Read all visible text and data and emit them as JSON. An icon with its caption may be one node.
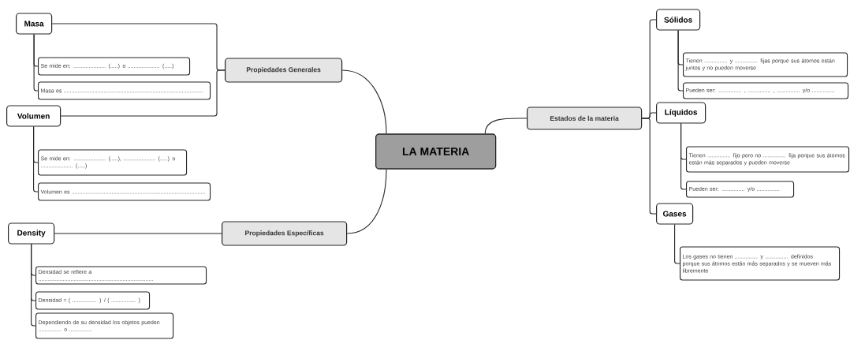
{
  "diagram": {
    "nodes": [
      {
        "text": [
          "LA MATERIA"
        ]
      },
      {
        "text": [
          "Propiedades Generales"
        ]
      },
      {
        "text": [
          "Masa"
        ]
      },
      {
        "text": [
          "Se mide en: ..................... (.....) o ..................... (.....)"
        ]
      },
      {
        "text": [
          "Masa es ..........................................................................................."
        ]
      },
      {
        "text": [
          "Volumen"
        ]
      },
      {
        "text": [
          "Se mide en: ..................... (.....), ..................... (.....) o ..................... (.....)"
        ]
      },
      {
        "text": [
          "Volumen es ......................................................................................."
        ]
      },
      {
        "text": [
          "Propiedades Específicas"
        ]
      },
      {
        "text": [
          "Density"
        ]
      },
      {
        "text": [
          "Densidad se refiere a ..........................................................................."
        ]
      },
      {
        "text": [
          "Densidad = ( ................ ) / ( ................ )"
        ]
      },
      {
        "text": [
          "Dependiendo de su densidad los objetos pueden ............... o ..............."
        ]
      },
      {
        "text": [
          "Estados de la materia"
        ]
      },
      {
        "text": [
          "Sólidos"
        ]
      },
      {
        "text": [
          "Tienen ............... y ............... fijas porque sus átomos están juntos y no pueden moverse"
        ]
      },
      {
        "text": [
          "Pueden ser: ............... , ............... , ............... y/o ..............."
        ]
      },
      {
        "text": [
          "Líquidos"
        ]
      },
      {
        "text": [
          "Tienen ............... fijo pero no ............... fija porque sus átomos están más separados y pueden moverse"
        ]
      },
      {
        "text": [
          "Pueden ser: ............... y/o ..............."
        ]
      },
      {
        "text": [
          "Gases"
        ]
      },
      {
        "text": [
          "Los gases no tienen ............... y ............... definidos porque sus átomos están más separados y se mueven más libremente"
        ]
      }
    ],
    "edges": [
      {
        "from": 0,
        "to": 1,
        "arrow": "none"
      },
      {
        "from": 1,
        "to": 2,
        "arrow": "none"
      },
      {
        "from": 1,
        "to": 5,
        "arrow": "none"
      },
      {
        "from": 2,
        "to": 3,
        "arrow": "none"
      },
      {
        "from": 2,
        "to": 4,
        "arrow": "none"
      },
      {
        "from": 5,
        "to": 6,
        "arrow": "none"
      },
      {
        "from": 5,
        "to": 7,
        "arrow": "none"
      },
      {
        "from": 0,
        "to": 8,
        "arrow": "none"
      },
      {
        "from": 8,
        "to": 9,
        "arrow": "none"
      },
      {
        "from": 9,
        "to": 10,
        "arrow": "none"
      },
      {
        "from": 9,
        "to": 11,
        "arrow": "none"
      },
      {
        "from": 9,
        "to": 12,
        "arrow": "none"
      },
      {
        "from": 0,
        "to": 13,
        "arrow": "none"
      },
      {
        "from": 13,
        "to": 14,
        "arrow": "none"
      },
      {
        "from": 13,
        "to": 17,
        "arrow": "none"
      },
      {
        "from": 13,
        "to": 20,
        "arrow": "none"
      },
      {
        "from": 14,
        "to": 15,
        "arrow": "none"
      },
      {
        "from": 14,
        "to": 16,
        "arrow": "none"
      },
      {
        "from": 17,
        "to": 18,
        "arrow": "none"
      },
      {
        "from": 17,
        "to": 19,
        "arrow": "none"
      },
      {
        "from": 20,
        "to": 21,
        "arrow": "none"
      }
    ]
  }
}
